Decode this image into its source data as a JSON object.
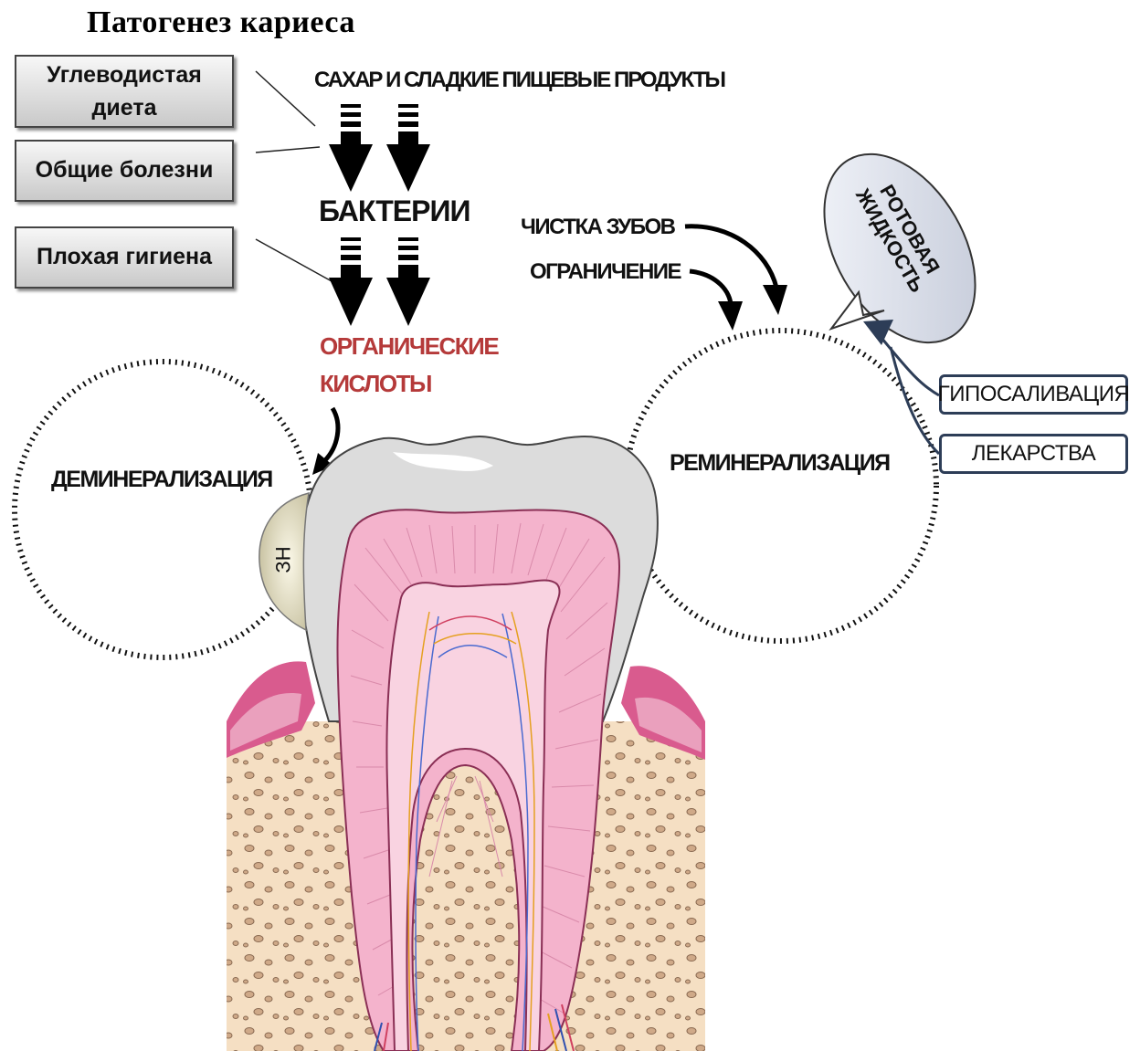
{
  "title": "Патогенез кариеса",
  "factors": [
    {
      "label_line1": "Углеводистая",
      "label_line2": "диета"
    },
    {
      "label": "Общие болезни"
    },
    {
      "label": "Плохая гигиена"
    }
  ],
  "flow": {
    "sugar": "САХАР И СЛАДКИЕ ПИЩЕВЫЕ ПРОДУКТЫ",
    "bacteria": "БАКТЕРИИ",
    "acids_line1": "ОРГАНИЧЕСКИЕ",
    "acids_line2": "КИСЛОТЫ"
  },
  "demineralization": "ДЕМИНЕРАЛИЗАЦИЯ",
  "remineralization": "РЕМИНЕРАЛИЗАЦИЯ",
  "brushing": "ЧИСТКА ЗУБОВ",
  "restriction": "ОГРАНИЧЕНИЕ",
  "oral_fluid_line1": "РОТОВАЯ",
  "oral_fluid_line2": "ЖИДКОСТЬ",
  "hyposalivation": "ГИПОСАЛИВАЦИЯ",
  "medicines": "ЛЕКАРСТВА",
  "lesion_label": "ЗН",
  "colors": {
    "acids": "#b53a3a",
    "box_border": "#2d3d57",
    "arrow_dark": "#2d3d57",
    "gum": "#d95b8e",
    "dentin": "#f4b3cc",
    "bone": "#f5dfc3"
  }
}
